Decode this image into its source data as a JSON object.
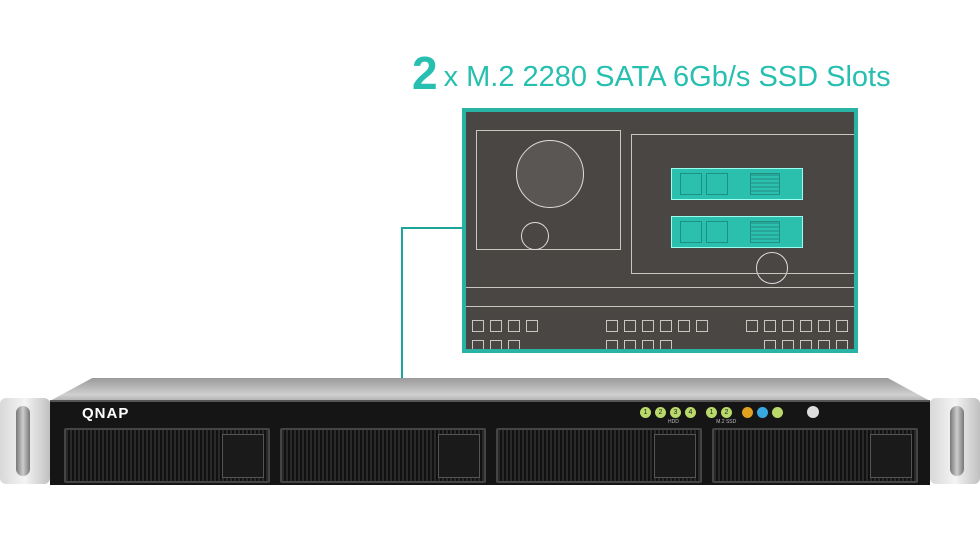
{
  "headline": {
    "count": "2",
    "text": "x M.2 2280 SATA 6Gb/s SSD Slots"
  },
  "device": {
    "logo": "QNAP",
    "drive_bays": 4,
    "leds": {
      "hdd": [
        "1",
        "2",
        "3",
        "4"
      ],
      "m2_ssd": [
        "1",
        "2"
      ],
      "hdd_label": "HDD",
      "m2_label": "M.2 SSD"
    }
  },
  "colors": {
    "accent": "#26bfb0"
  }
}
